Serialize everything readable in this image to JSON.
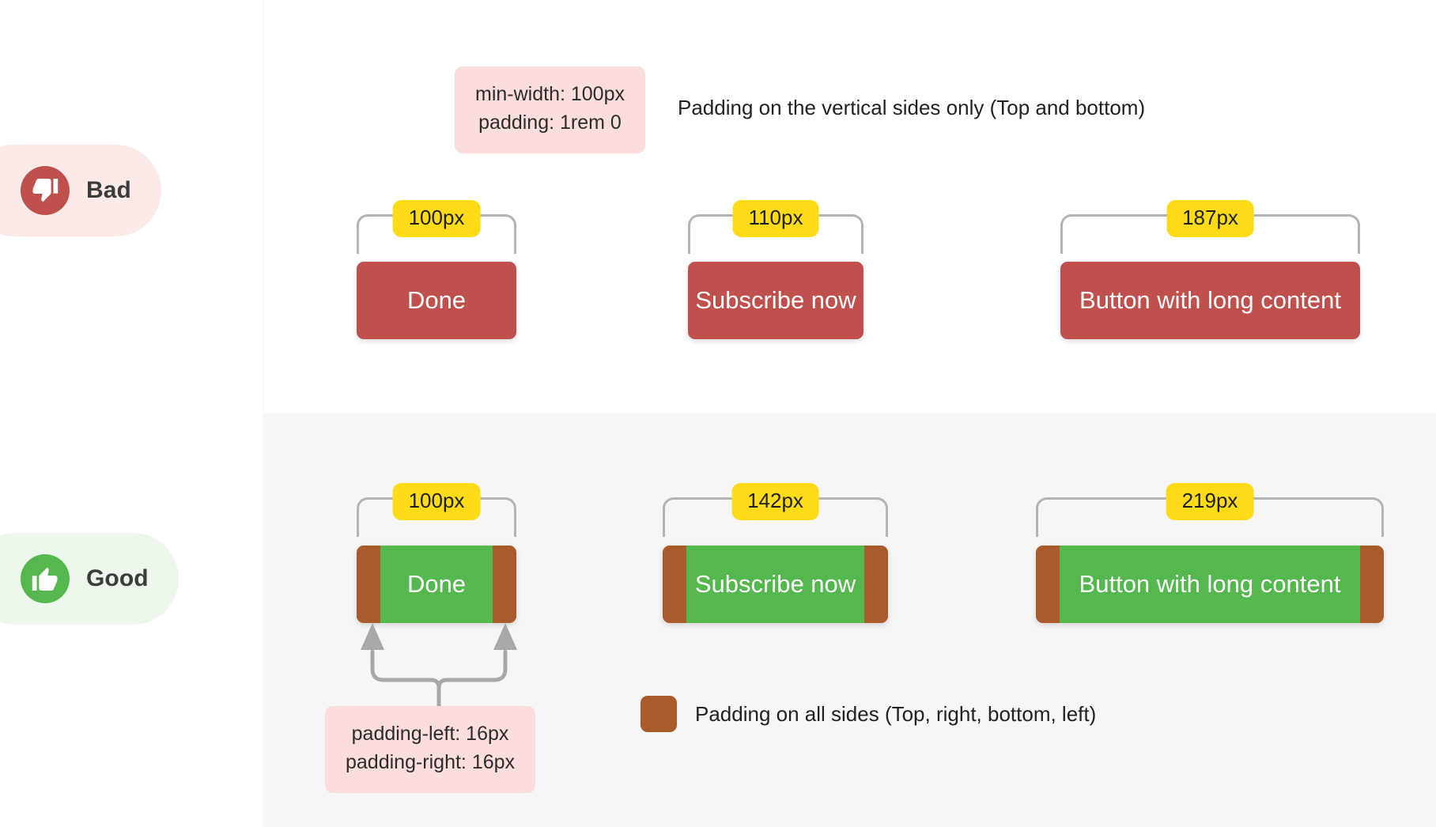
{
  "sections": {
    "bad": {
      "label": "Bad",
      "icon": "thumbs-down-icon",
      "pill_bg": "#fbeae8",
      "icon_bg": "#c0504d",
      "note": {
        "line1": "min-width: 100px",
        "line2": "padding: 1rem 0"
      },
      "caption": "Padding on the vertical sides only (Top and bottom)",
      "button_color": "#c0504d",
      "buttons": [
        {
          "label": "Done",
          "width_badge": "100px"
        },
        {
          "label": "Subscribe now",
          "width_badge": "110px"
        },
        {
          "label": "Button with long content",
          "width_badge": "187px"
        }
      ]
    },
    "good": {
      "label": "Good",
      "icon": "thumbs-up-icon",
      "pill_bg": "#eef7ec",
      "icon_bg": "#55b84f",
      "note": {
        "line1": "padding-left: 16px",
        "line2": "padding-right: 16px"
      },
      "button_color": "#55b84f",
      "padding_color": "#aa5b2c",
      "buttons": [
        {
          "label": "Done",
          "width_badge": "100px"
        },
        {
          "label": "Subscribe now",
          "width_badge": "142px"
        },
        {
          "label": "Button with long content",
          "width_badge": "219px"
        }
      ],
      "legend": {
        "swatch_color": "#aa5b2c",
        "text": "Padding on all sides (Top, right, bottom, left)"
      }
    }
  },
  "badge_color": "#fddb16",
  "note_color": "#fadddc"
}
